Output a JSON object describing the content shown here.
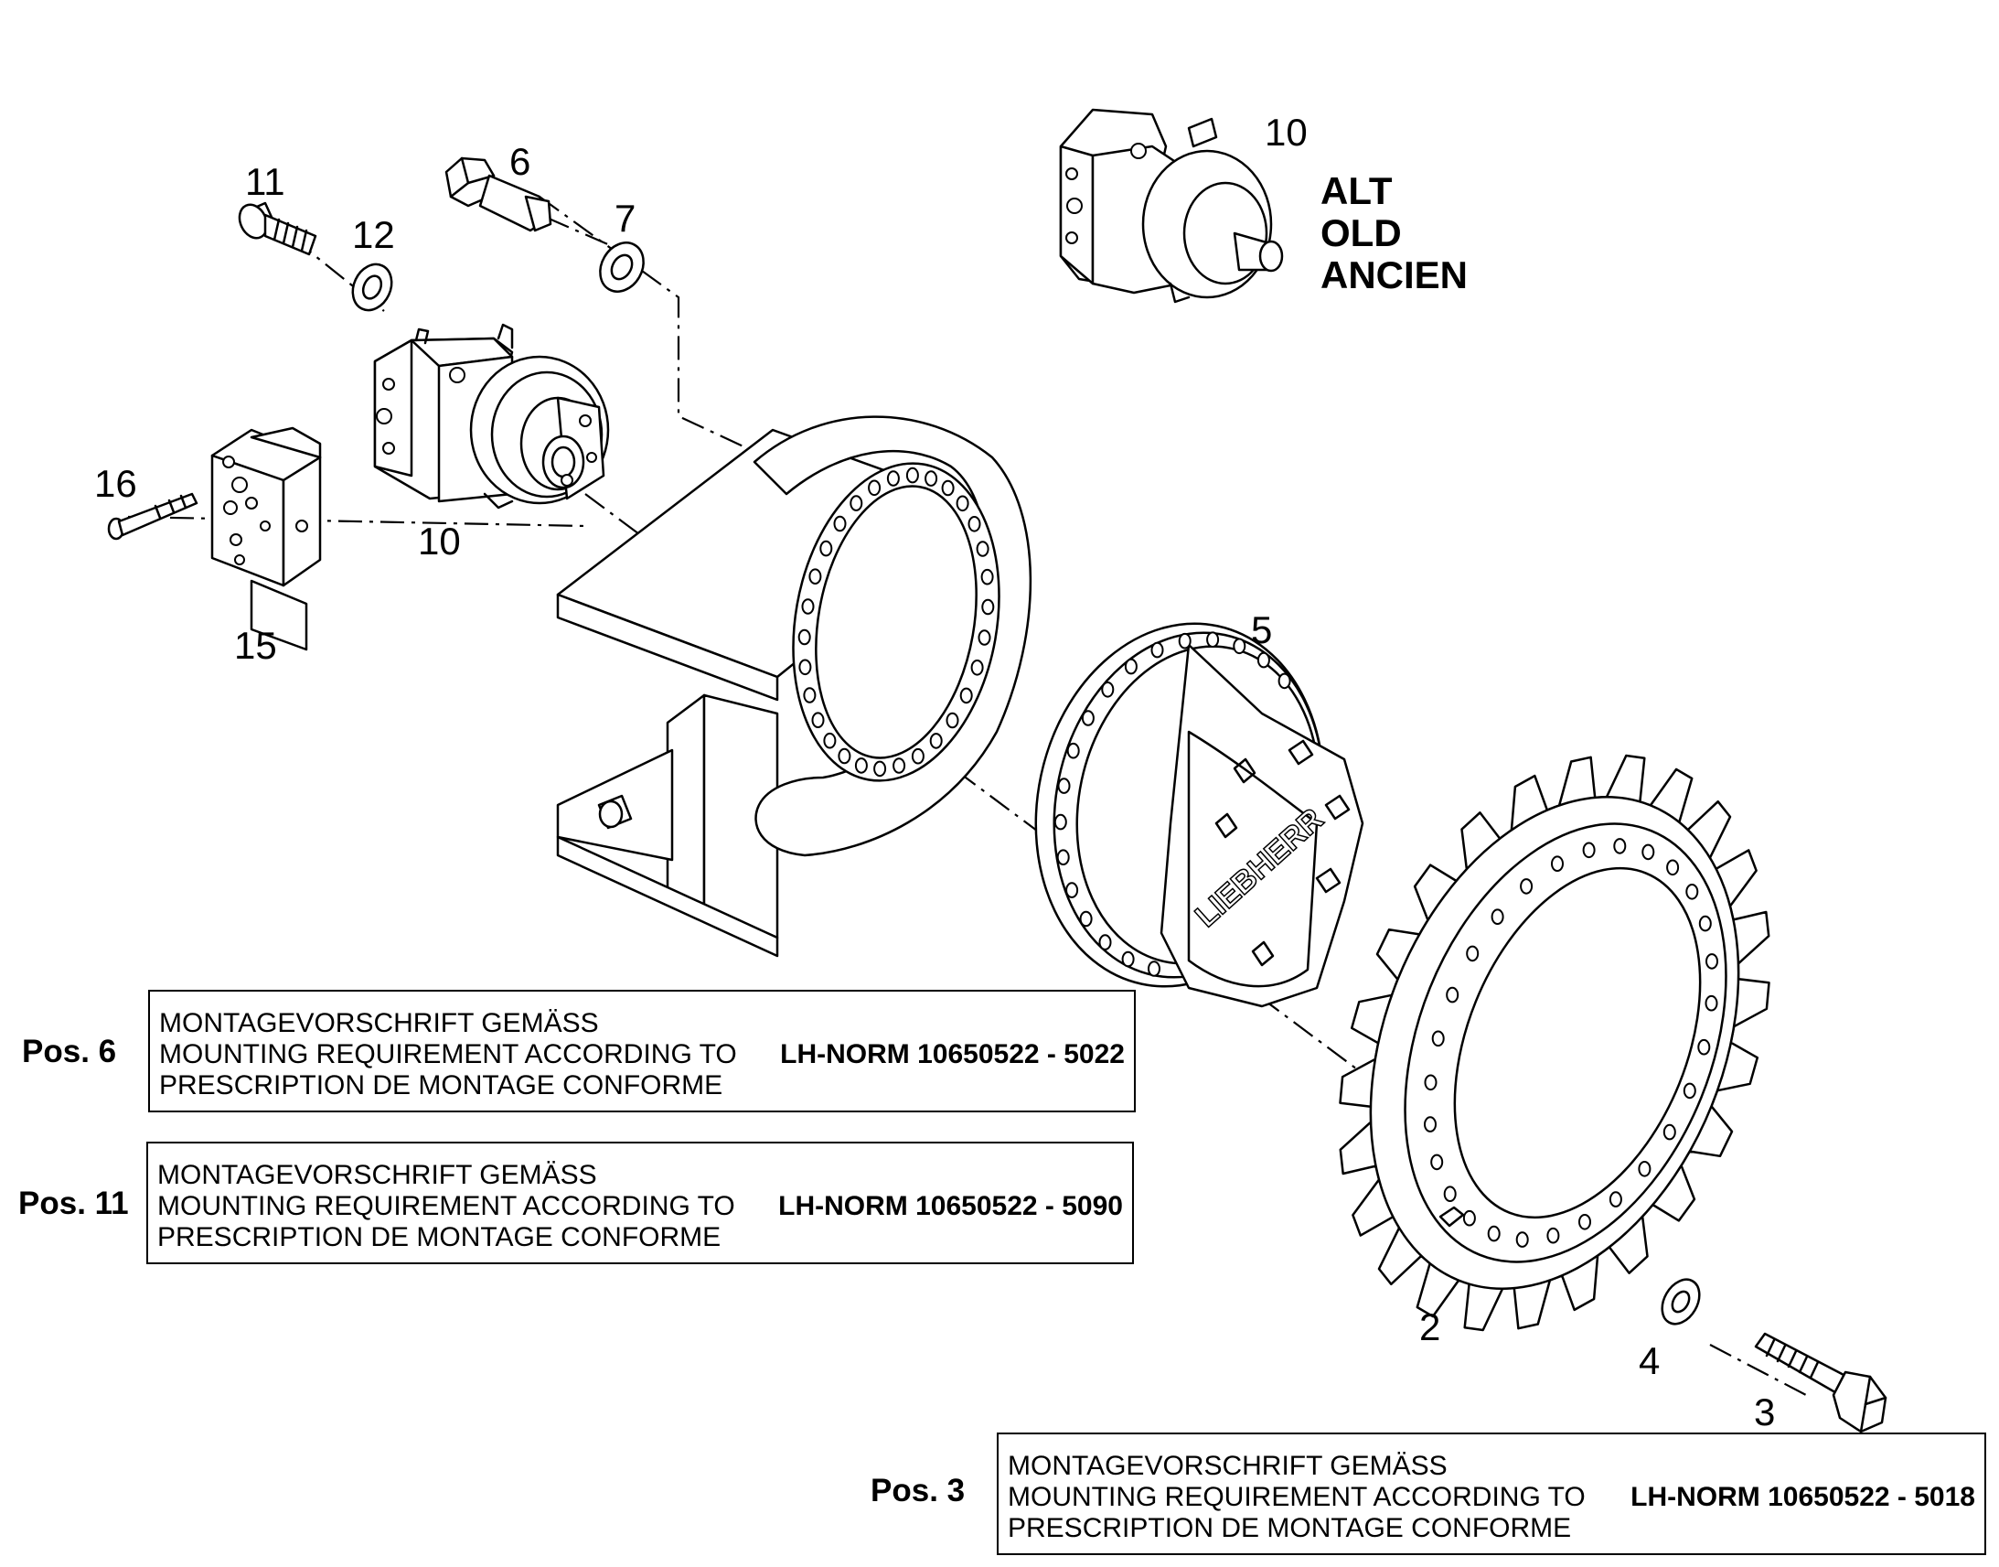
{
  "callouts": {
    "p11": "11",
    "p6": "6",
    "p7": "7",
    "p12": "12",
    "p10_top": "10",
    "p16": "16",
    "p10_mid": "10",
    "p15": "15",
    "p5": "5",
    "p2": "2",
    "p4": "4",
    "p3": "3"
  },
  "alt_label": {
    "line1": "ALT",
    "line2": "OLD",
    "line3": "ANCIEN"
  },
  "stamp_text": "LIEBHERR",
  "notes": [
    {
      "pos": "Pos. 6",
      "line1": "MONTAGEVORSCHRIFT GEMÄSS",
      "line2": "MOUNTING REQUIREMENT ACCORDING TO",
      "line3": "PRESCRIPTION DE MONTAGE CONFORME",
      "norm": "LH-NORM 10650522 - 5022"
    },
    {
      "pos": "Pos. 11",
      "line1": "MONTAGEVORSCHRIFT GEMÄSS",
      "line2": "MOUNTING REQUIREMENT ACCORDING TO",
      "line3": "PRESCRIPTION DE MONTAGE CONFORME",
      "norm": "LH-NORM 10650522 - 5090"
    },
    {
      "pos": "Pos. 3",
      "line1": "MONTAGEVORSCHRIFT GEMÄSS",
      "line2": "MOUNTING REQUIREMENT ACCORDING TO",
      "line3": "PRESCRIPTION DE MONTAGE CONFORME",
      "norm": "LH-NORM 10650522 - 5018"
    }
  ]
}
